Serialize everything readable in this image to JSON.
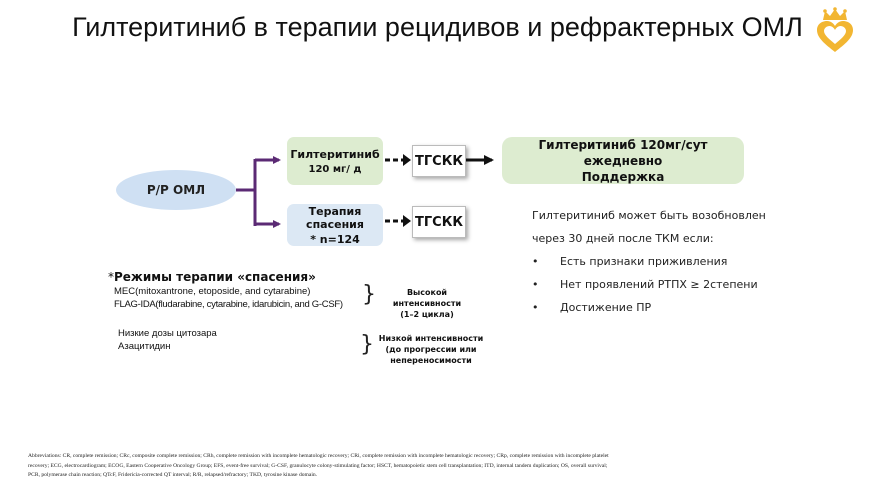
{
  "title": "Гилтеритиниб в терапии рецидивов и рефрактерных ОМЛ",
  "logo": {
    "icon": "crown-heart-logo",
    "color": "#f2b632"
  },
  "colors": {
    "green_box": "#ddecd0",
    "blue_box": "#dce8f4",
    "oval": "#cfe0f3",
    "arrow": "#5b2a74"
  },
  "flow": {
    "start": "Р/Р ОМЛ",
    "gilteritinib_box": {
      "line1": "Гилтеритиниб",
      "line2": "120 мг/ д"
    },
    "salvage_box": {
      "line1": "Терапия спасения",
      "line2": "* n=124"
    },
    "ttskk_1": "ТГСКК",
    "ttskk_2": "ТГСКК",
    "maintenance": {
      "line1": "Гилтеритиниб 120мг/сут ежедневно",
      "line2": "Поддержка"
    }
  },
  "resume_note": {
    "line1": "Гилтеритиниб может быть возобновлен",
    "line2": "через 30 дней после ТКМ если:",
    "bullets": [
      "Есть признаки приживления",
      "Нет проявлений РТПХ ≥ 2степени",
      "Достижение ПР"
    ]
  },
  "salvage_regimens": {
    "heading_star": "*",
    "heading": "Режимы терапии «спасения»",
    "high": [
      "MEC(mitoxantrone, etoposide, and cytarabine)",
      "FLAG-IDA(fludarabine, cytarabine, idarubicin, and G-CSF)"
    ],
    "low": [
      "Низкие дозы цитозара",
      "Азацитидин"
    ],
    "high_label": {
      "line1": "Высокой интенсивности",
      "line2": "(1–2 цикла)"
    },
    "low_label": {
      "line1": "Низкой интенсивности",
      "line2": "(до  прогрессии или",
      "line3": "непереносимости"
    }
  },
  "abbreviations": "Abbreviations: CR, complete remission; CRc, composite complete remission; CRh, complete remission with incomplete hematologic recovery; CRi, complete remission with incomplete hematologic recovery; CRp, complete remission with incomplete platelet recovery; ECG, electrocardiogram; ECOG, Eastern Cooperative Oncology Group; EFS, event-free survival; G-CSF, granulocyte colony-stimulating factor; HSCT, hematopoietic stem cell transplantation; ITD, internal tandem duplication; OS, overall survival; PCR, polymerase chain reaction; QTcF, Fridericia-corrected QT interval; R/R, relapsed/refractory; TKD, tyrosine kinase domain."
}
